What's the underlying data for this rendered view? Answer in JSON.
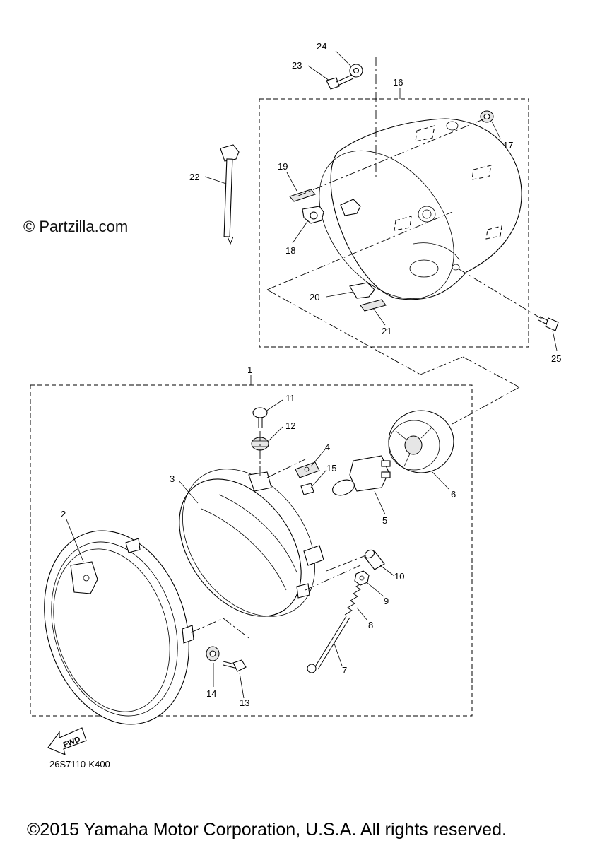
{
  "watermark": "© Partzilla.com",
  "diagram_code": "26S7110-K400",
  "copyright": "©2015 Yamaha Motor Corporation, U.S.A. All rights reserved.",
  "fwd_label": "FWD",
  "callouts": {
    "c1": "1",
    "c2": "2",
    "c3": "3",
    "c4": "4",
    "c5": "5",
    "c6": "6",
    "c7": "7",
    "c8": "8",
    "c9": "9",
    "c10": "10",
    "c11": "11",
    "c12": "12",
    "c13": "13",
    "c14": "14",
    "c15": "15",
    "c16": "16",
    "c17": "17",
    "c18": "18",
    "c19": "19",
    "c20": "20",
    "c21": "21",
    "c22": "22",
    "c23": "23",
    "c24": "24",
    "c25": "25"
  },
  "icons": [
    "fwd-arrow-icon"
  ]
}
